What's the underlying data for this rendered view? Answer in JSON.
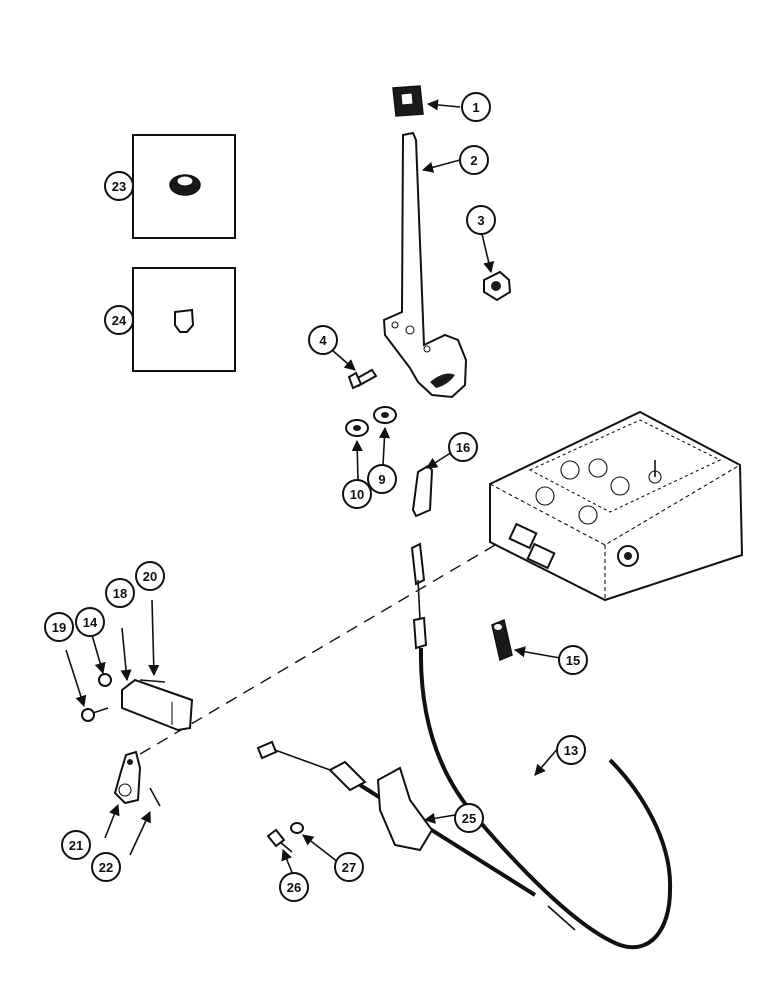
{
  "callouts": {
    "c1": "1",
    "c2": "2",
    "c3": "3",
    "c4": "4",
    "c9": "9",
    "c10": "10",
    "c13": "13",
    "c14": "14",
    "c15": "15",
    "c16": "16",
    "c18": "18",
    "c19": "19",
    "c20": "20",
    "c21": "21",
    "c22": "22",
    "c23": "23",
    "c24": "24",
    "c25": "25",
    "c26": "26",
    "c27": "27"
  }
}
